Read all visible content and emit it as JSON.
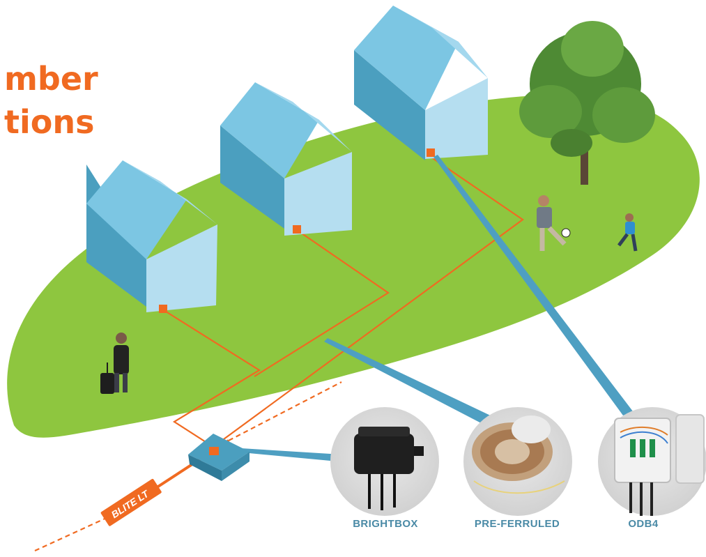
{
  "heading": {
    "line1": "mber",
    "line2": "tions"
  },
  "labels": {
    "cable": "BLITE LT"
  },
  "products": [
    {
      "name": "BRIGHTBOX",
      "icon": "brightbox-closure-icon"
    },
    {
      "name": "PRE-FERRULED",
      "icon": "fibre-reel-icon"
    },
    {
      "name": "ODB4",
      "icon": "distribution-box-icon"
    }
  ],
  "colors": {
    "accent": "#f06a21",
    "lawn": "#8ec63f",
    "house_dark": "#4b9fbf",
    "house_light": "#b5def0",
    "caption": "#4a8aa6"
  }
}
